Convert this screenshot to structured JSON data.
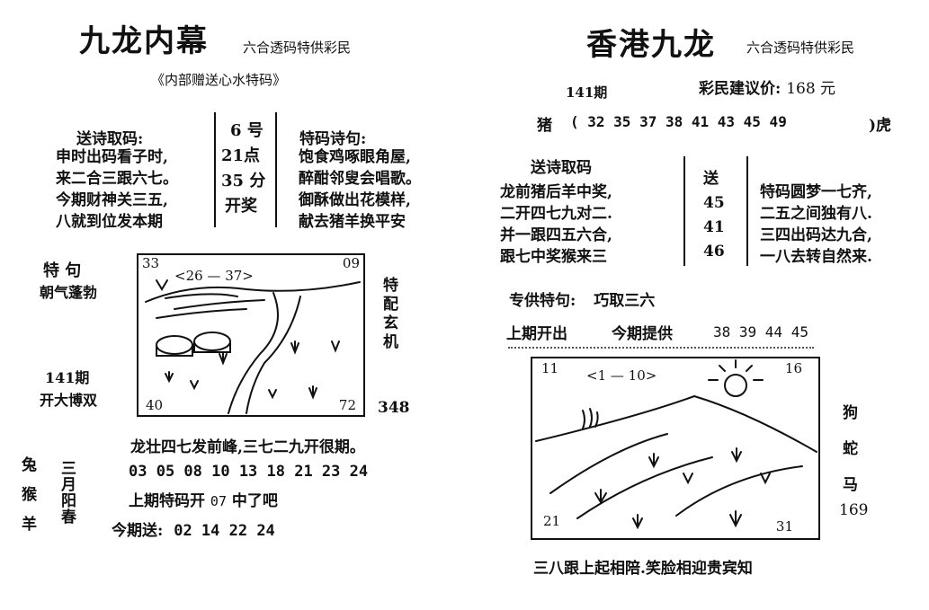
{
  "left": {
    "title": "九龙内幕",
    "subtitle": "六合透码特供彩民",
    "tagline": "《内部赠送心水特码》",
    "poem_label": "送诗取码:",
    "poem_lines": [
      "申时出码看子时,",
      "来二合三跟六七。",
      "今期财神关三五,",
      "八就到位发本期"
    ],
    "time_box": [
      "6 号",
      "21点",
      "35 分",
      "开奖"
    ],
    "special_poem_label": "特码诗句:",
    "special_poem_lines": [
      "饱食鸡啄眼角屋,",
      "醉酣邻叟会唱歌。",
      "御酥做出花模样,",
      "献去猪羊换平安"
    ],
    "special_label": "特   句",
    "special_phrase": "朝气蓬勃",
    "period": "141期",
    "period_note": "开大博双",
    "side_vertical": "特配玄机",
    "side_number": "348",
    "sketch_labels": {
      "tl": "33",
      "tr": "09",
      "bl": "40",
      "br": "72",
      "range": "<26 — 37>"
    },
    "verse": "龙壮四七发前峰,三七二九开很期。",
    "animals": [
      "兔",
      "猴",
      "羊"
    ],
    "month_vertical": "三月阳春",
    "numbers": "03  05  08  10  13  18  21  23  24",
    "last_prefix": "上期特码开",
    "last_value": "07",
    "last_suffix": "中了吧",
    "send_label": "今期送:",
    "send_numbers": "02  14  22  24"
  },
  "right": {
    "title": "香港九龙",
    "subtitle": "六合透码特供彩民",
    "period": "141期",
    "price_label": "彩民建议价:",
    "price": "168 元",
    "zodiac_start": "猪",
    "zodiac_numbers": "(  32  35  37  38  41  43  45  49",
    "zodiac_end": ")虎",
    "poem_label": "送诗取码",
    "poem_lines": [
      "龙前猪后羊中奖,",
      "二开四七九对二.",
      "并一跟四五六合,",
      "跟七中奖猴来三"
    ],
    "send_box": [
      "送",
      "45",
      "41",
      "46"
    ],
    "special_poem_lines": [
      "特码圆梦一七齐,",
      "二五之间独有八.",
      "三四出码达九合,",
      "一八去转自然来."
    ],
    "special_label": "专供特句:",
    "special_phrase": "巧取三六",
    "last_label": "上期开出",
    "this_label": "今期提供",
    "this_numbers": "38  39  44  45",
    "sketch_labels": {
      "tl": "11",
      "tr": "16",
      "bl": "21",
      "br": "31",
      "range": "<1 — 10>"
    },
    "animals": [
      "狗",
      "蛇",
      "马"
    ],
    "side_number": "169",
    "footer": "三八跟上起相陪.笑脸相迎贵宾知"
  }
}
